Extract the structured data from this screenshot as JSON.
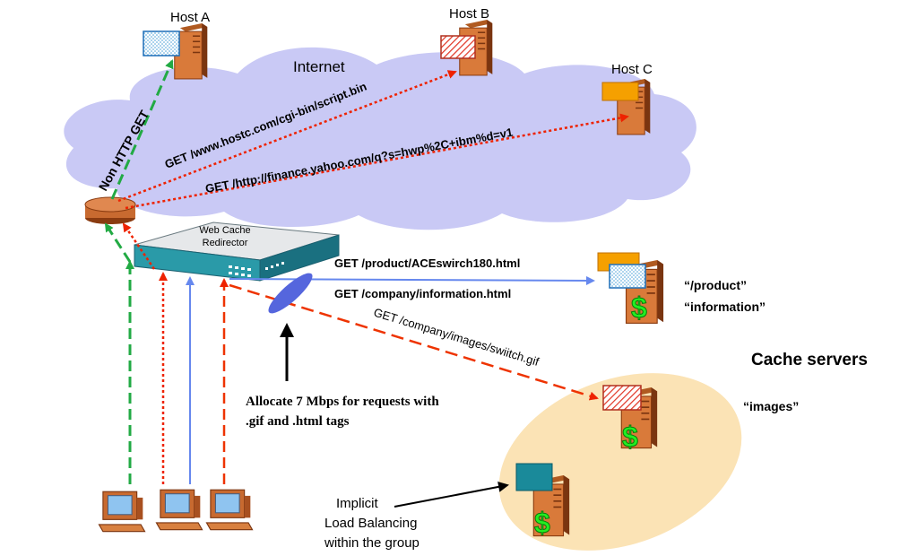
{
  "hosts": {
    "a": "Host A",
    "b": "Host B",
    "c": "Host C"
  },
  "cloud_label": "Internet",
  "device_label_line1": "Web Cache",
  "device_label_line2": "Redirector",
  "arrow_labels": {
    "non_http": "Non HTTP GET",
    "get_script": "GET /www.hostc.com/cgi-bin/script.bin",
    "get_finance": "GET /http://finance.yahoo.com/q?s=hwp%2C+ibm%d=v1",
    "get_product": "GET /product/ACEswirch180.html",
    "get_company": "GET /company/information.html",
    "get_images": "GET /company/images/swiitch.gif"
  },
  "server_labels": {
    "product": "“/product”",
    "information": "“information”",
    "images": "“images”"
  },
  "group_title": "Cache servers",
  "bandwidth_note": {
    "line1": "Allocate 7 Mbps for requests with",
    "line2": ".gif and .html tags"
  },
  "load_balancing_note": {
    "line1": "Implicit",
    "line2": "Load Balancing",
    "line3": "within the group"
  },
  "colors": {
    "cloud": "#c9c9f5",
    "server": "#d77a3e",
    "server_dark": "#8a3b10",
    "green_dashed": "#22aa44",
    "red_dotted": "#ee2200",
    "blue_solid": "#6688ee",
    "red_dashed": "#ee3300",
    "group_ellipse": "#fbe3b5",
    "dollar": "#22ee22",
    "device": "#2a9aa8"
  }
}
